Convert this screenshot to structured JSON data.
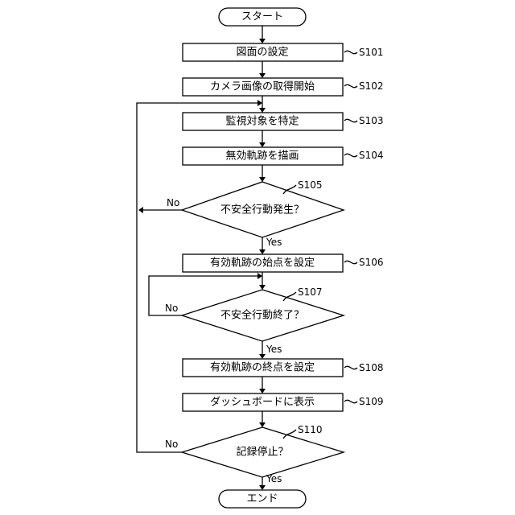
{
  "flowchart": {
    "start": "スタート",
    "end": "エンド",
    "steps": [
      {
        "id": "S101",
        "text": "図面の設定"
      },
      {
        "id": "S102",
        "text": "カメラ画像の取得開始"
      },
      {
        "id": "S103",
        "text": "監視対象を特定"
      },
      {
        "id": "S104",
        "text": "無効軌跡を描画"
      },
      {
        "id": "S106",
        "text": "有効軌跡の始点を設定"
      },
      {
        "id": "S108",
        "text": "有効軌跡の終点を設定"
      },
      {
        "id": "S109",
        "text": "ダッシュボードに表示"
      }
    ],
    "decisions": [
      {
        "id": "S105",
        "text": "不安全行動発生？",
        "yes": "Yes",
        "no": "No"
      },
      {
        "id": "S107",
        "text": "不安全行動終了？",
        "yes": "Yes",
        "no": "No"
      },
      {
        "id": "S110",
        "text": "記録停止？",
        "yes": "Yes",
        "no": "No"
      }
    ]
  }
}
